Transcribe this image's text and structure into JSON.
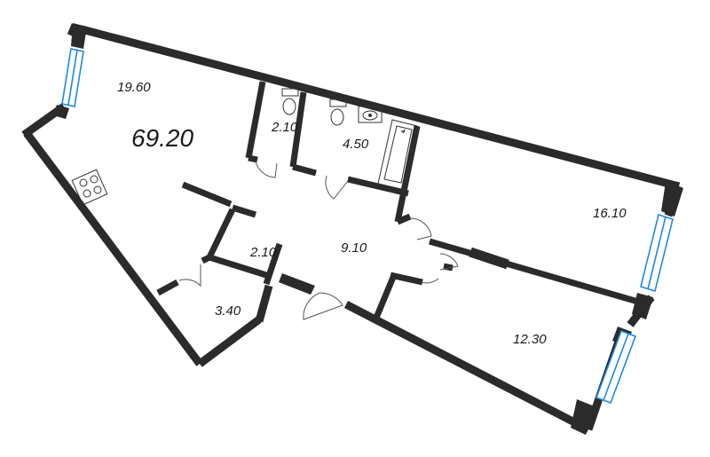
{
  "plan": {
    "total_area": "69.20",
    "rooms": [
      {
        "id": "living-kitchen",
        "area": "19.60"
      },
      {
        "id": "wc",
        "area": "2.10"
      },
      {
        "id": "bathroom",
        "area": "4.50"
      },
      {
        "id": "bedroom-1",
        "area": "16.10"
      },
      {
        "id": "hall",
        "area": "9.10"
      },
      {
        "id": "closet",
        "area": "2.10"
      },
      {
        "id": "storage",
        "area": "3.40"
      },
      {
        "id": "bedroom-2",
        "area": "12.30"
      }
    ]
  },
  "colors": {
    "wall": "#2b2b2b",
    "window_frame": "#1e88e5",
    "fixture": "#333333",
    "door": "#555555",
    "background": "#ffffff"
  }
}
